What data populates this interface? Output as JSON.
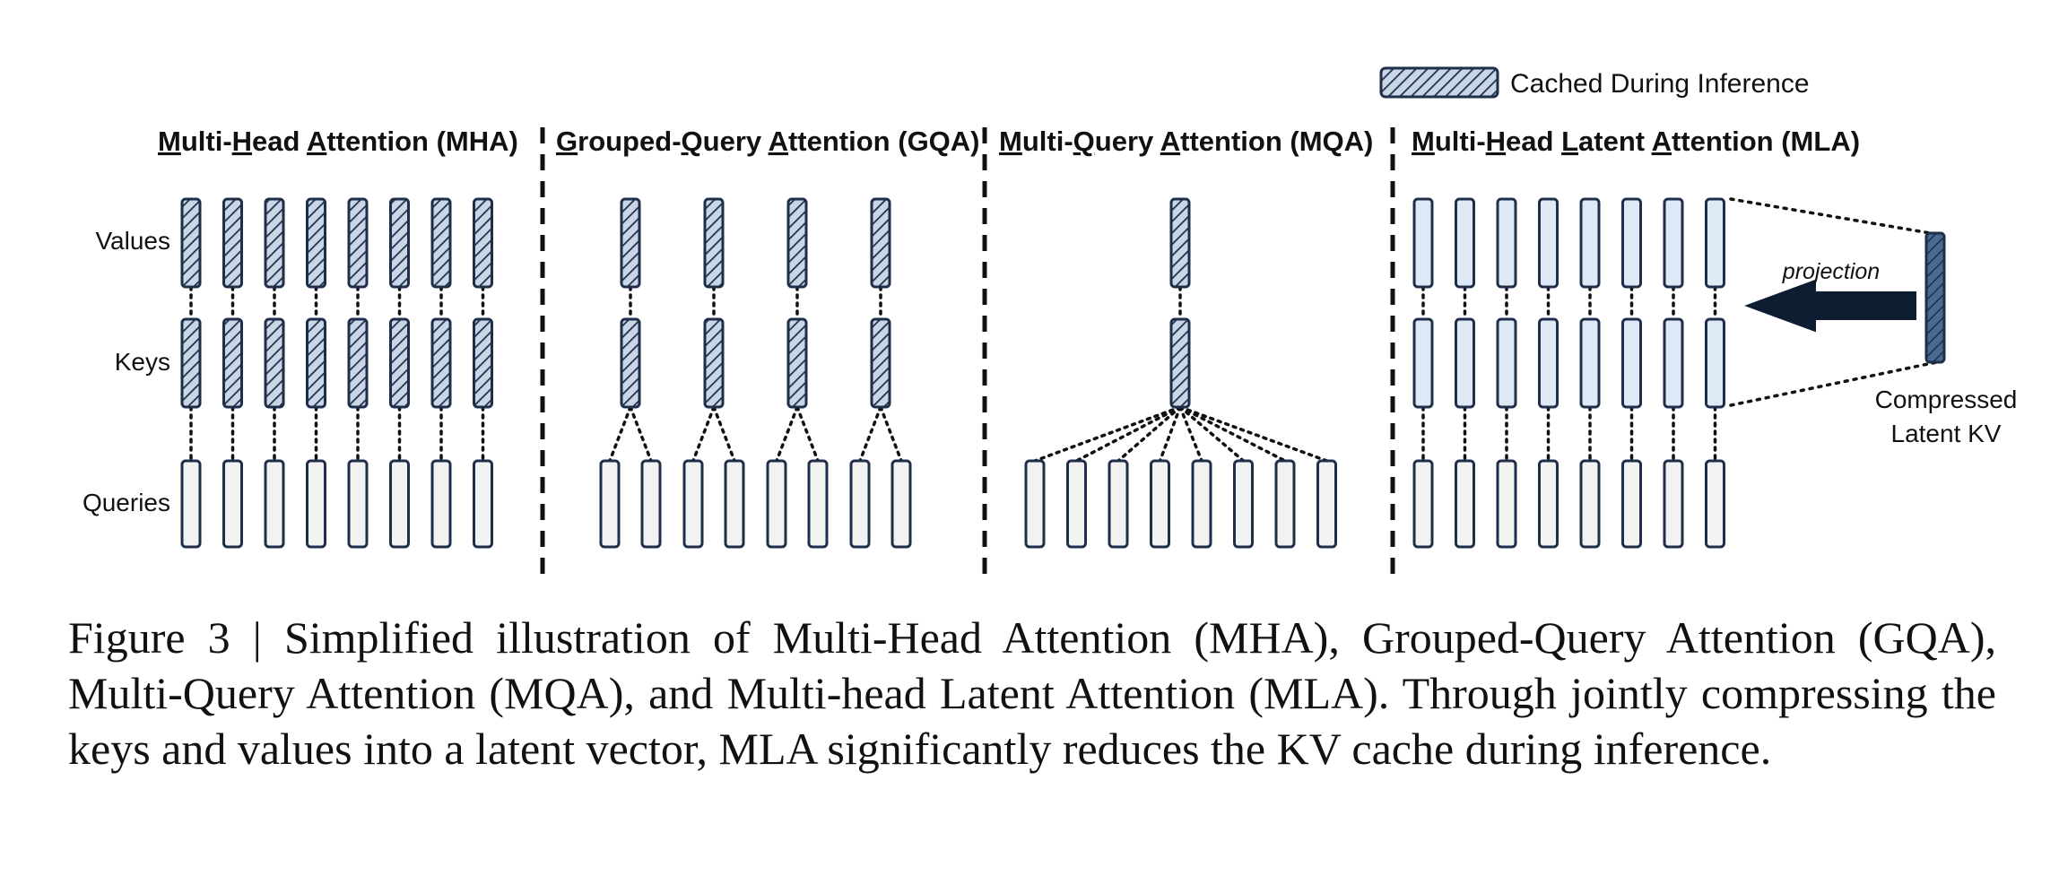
{
  "legend": {
    "label": "Cached During Inference"
  },
  "row_labels": {
    "values": "Values",
    "keys": "Keys",
    "queries": "Queries"
  },
  "panels": {
    "mha": {
      "title": "Multi-Head Attention (MHA)"
    },
    "gqa": {
      "title": "Grouped-Query Attention (GQA)"
    },
    "mqa": {
      "title": "Multi-Query Attention (MQA)"
    },
    "mla": {
      "title": "Multi-Head Latent Attention (MLA)"
    }
  },
  "mla_labels": {
    "projection": "projection",
    "compressed_line1": "Compressed",
    "compressed_line2": "Latent KV"
  },
  "colors": {
    "outline": "#1f2e4a",
    "cached_fill": "#c9d6e6",
    "hatch": "#1f2e4a",
    "query_fill": "#f2f2f2",
    "mla_fill": "#dfe9f5",
    "latent_fill": "#4a6a8f",
    "arrow": "#0f1d33"
  },
  "caption": {
    "prefix": "Figure 3 | ",
    "text": "Simplified illustration of Multi-Head Attention (MHA), Grouped-Query Attention (GQA), Multi-Query Attention (MQA), and Multi-head Latent Attention (MLA). Through jointly compressing the keys and values into a latent vector, MLA significantly reduces the KV cache during inference."
  }
}
